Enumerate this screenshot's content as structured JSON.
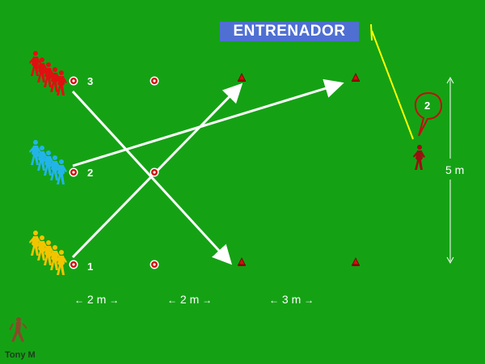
{
  "coach": {
    "label": "ENTRENADOR"
  },
  "lines": {
    "line_3": "3",
    "line_2": "2",
    "line_1": "1"
  },
  "coach_bubble": {
    "number": "2"
  },
  "distances": {
    "gap_1": "2 m",
    "gap_2": "2 m",
    "gap_3": "3 m",
    "height": "5 m"
  },
  "team_colors": {
    "red": "#e01010",
    "blue": "#22b4e8",
    "yellow": "#f2c400",
    "coach_yellow_line": "#ffff00",
    "pitch": "#14a214"
  },
  "icons": [
    "runner-icon",
    "cone-icon",
    "marker-icon",
    "speech-bubble-icon",
    "logo-icon"
  ],
  "footer": {
    "author": "Tony M"
  }
}
